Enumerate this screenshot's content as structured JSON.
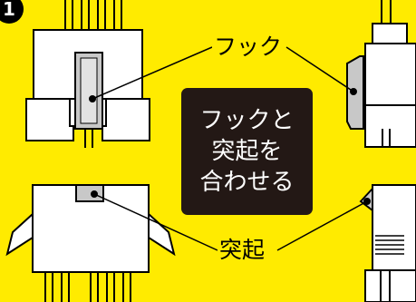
{
  "step_number": "1",
  "center_box": {
    "lines": [
      "フックと",
      "突起を",
      "合わせる"
    ]
  },
  "labels": {
    "hook": "フック",
    "boss": "突起"
  },
  "colors": {
    "background": "#ffeb00",
    "box": "#231815",
    "hook_part": "#c8c8c8",
    "stroke": "#000000"
  }
}
